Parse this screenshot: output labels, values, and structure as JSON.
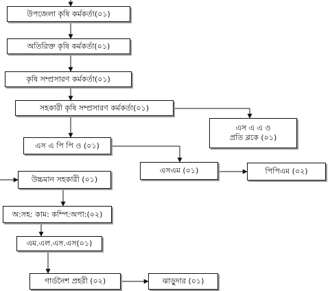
{
  "nodes": {
    "upazila_agri_officer": "উপজেলা কৃষি কর্মকর্তা(০১)",
    "additional_agri_officer": "অতিরিক্ত কৃষি কর্মকর্তা(০১)",
    "agri_extension_officer": "কৃষি সম্প্রসারণ কর্মকর্তা(০১)",
    "asst_agri_extension_officer": "সহকারী কৃষি সম্প্রসারণ কর্মকর্তা(০১)",
    "saao_line1": "এস এ এ ও",
    "saao_line2": "প্রতি ব্লকে (০১)",
    "sapp_officer": "এস এ পি পি ও (০১)",
    "sm": "এসএম (০১)",
    "ppm": "পিপিএম (০২)",
    "plant_assistant": "উচ্চমান সহকারী (০১)",
    "office_assistant": "অ:সহ: কাম: কম্পি:অপা:(০২)",
    "mlss": "এম.এল.এস.এস(০১)",
    "guard": "গার্ডনৈশ প্রহরী (০২)",
    "sweeper": "ঝাড়ুদার (০১)"
  }
}
